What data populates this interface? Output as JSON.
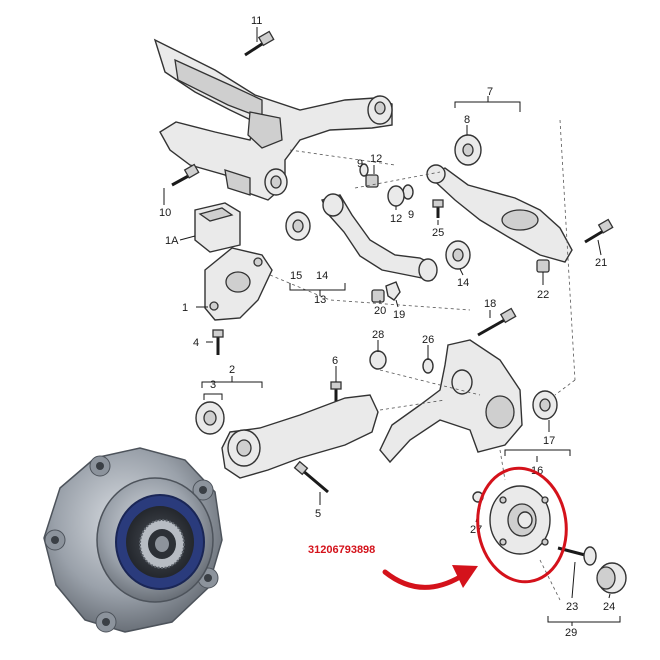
{
  "callouts": {
    "c11": "11",
    "c7": "7",
    "c8": "8",
    "c12a": "12",
    "c9a": "9",
    "c10": "10",
    "c9b": "9",
    "c12b": "12",
    "c1A": "1A",
    "c25": "25",
    "c21": "21",
    "c15": "15",
    "c14a": "14",
    "c13": "13",
    "c14b": "14",
    "c22": "22",
    "c1": "1",
    "c20": "20",
    "c19": "19",
    "c18": "18",
    "c4": "4",
    "c28": "28",
    "c26": "26",
    "c6": "6",
    "c2": "2",
    "c3": "3",
    "c17": "17",
    "c16": "16",
    "c5": "5",
    "c27": "27",
    "c23": "23",
    "c24": "24",
    "c29": "29"
  },
  "part_number": "31206793898",
  "colors": {
    "highlight": "#d4121b",
    "ink": "#1a1a1a"
  },
  "icons": {
    "arrow": "red-curved-arrow",
    "highlight": "red-ellipse"
  }
}
